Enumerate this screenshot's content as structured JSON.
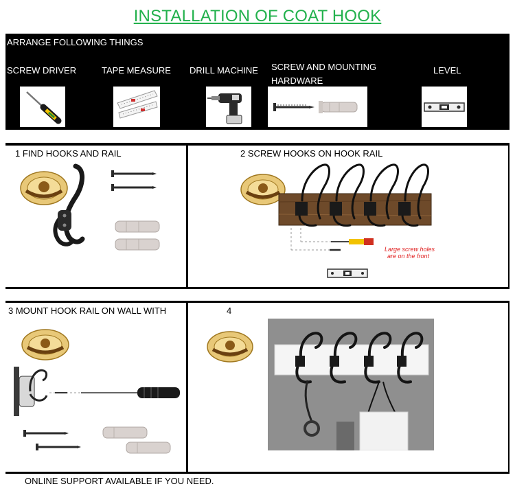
{
  "title": "INSTALLATION OF COAT HOOK",
  "arrange": {
    "heading": "ARRANGE FOLLOWING THINGS",
    "tools": [
      {
        "label": "SCREW DRIVER",
        "icon": "screwdriver-icon"
      },
      {
        "label": "TAPE MEASURE",
        "icon": "tape-measure-icon"
      },
      {
        "label": "DRILL MACHINE",
        "icon": "drill-icon"
      },
      {
        "label_line1": "SCREW AND MOUNTING",
        "label_line2": "HARDWARE",
        "icon": "screw-anchor-icon"
      },
      {
        "label": "LEVEL",
        "icon": "level-icon"
      }
    ]
  },
  "steps": [
    {
      "label": "1  FIND HOOKS AND RAIL"
    },
    {
      "label": "2  SCREW HOOKS ON HOOK RAIL",
      "note_line1": "Large screw holes",
      "note_line2": "are on the front"
    },
    {
      "label": "3  MOUNT HOOK RAIL ON WALL WITH"
    },
    {
      "label": "4"
    }
  ],
  "footer": "ONLINE SUPPORT AVAILABLE IF YOU NEED.",
  "colors": {
    "title": "#22b14c",
    "band": "#000000",
    "note": "#e02020",
    "logo": "#c8a040"
  }
}
